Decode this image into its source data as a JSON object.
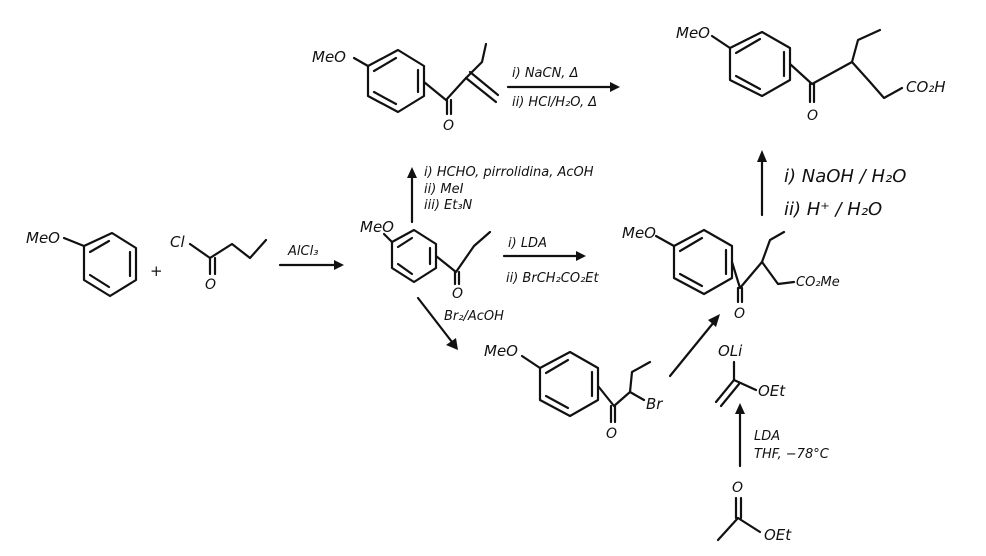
{
  "molecules": {
    "anisole": {
      "sub": "MeO"
    },
    "butanoyl_chloride": {
      "cl": "Cl",
      "o": "O"
    },
    "aryl_ketone": {
      "sub": "MeO",
      "o": "O"
    },
    "enone": {
      "sub": "MeO",
      "o": "O"
    },
    "keto_acid": {
      "sub": "MeO",
      "o": "O",
      "acid": "CO₂H"
    },
    "keto_ester": {
      "sub": "MeO",
      "o": "O",
      "ester": "CO₂Me"
    },
    "bromoketone": {
      "sub": "MeO",
      "o": "O",
      "br": "Br"
    },
    "lithium_enolate": {
      "oli": "OLi",
      "oet": "OEt"
    },
    "ethyl_acetate": {
      "o": "O",
      "oet": "OEt"
    }
  },
  "plus": "+",
  "reagents": {
    "friedel_crafts": "AlCl₃",
    "mannich": [
      "i) HCHO, pirrolidina, AcOH",
      "ii) MeI",
      "iii) Et₃N"
    ],
    "michael": [
      "i) NaCN, Δ",
      "ii) HCl/H₂O, Δ"
    ],
    "alkylation": [
      "i) LDA",
      "ii) BrCH₂CO₂Et"
    ],
    "hydrolysis": [
      "i) NaOH / H₂O",
      "ii) H⁺ / H₂O"
    ],
    "bromination": "Br₂/AcOH",
    "enolate_formation": [
      "LDA",
      "THF, −78°C"
    ]
  },
  "colors": {
    "ink": "#111111",
    "background": "#ffffff"
  }
}
